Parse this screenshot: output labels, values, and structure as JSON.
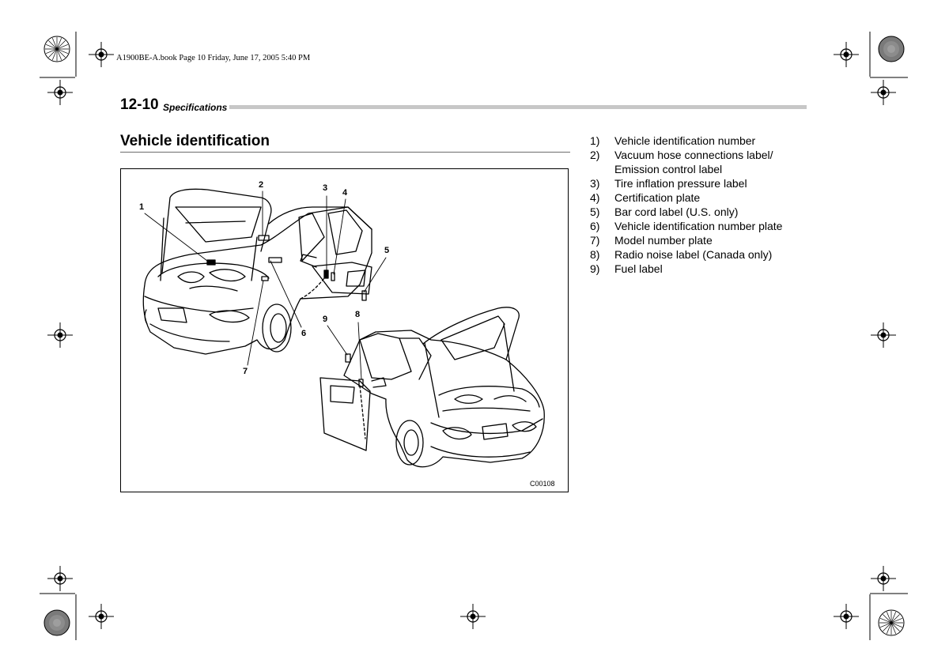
{
  "print_info": "A1900BE-A.book  Page 10  Friday, June 17, 2005  5:40 PM",
  "header": {
    "page_number": "12-10",
    "section": "Specifications"
  },
  "heading": "Vehicle identification",
  "figure": {
    "code": "C00108",
    "callouts": [
      "1",
      "2",
      "3",
      "4",
      "5",
      "6",
      "7",
      "8",
      "9"
    ]
  },
  "legend": [
    {
      "num": "1)",
      "text": "Vehicle identification number"
    },
    {
      "num": "2)",
      "text": "Vacuum hose connections label/ Emission control label"
    },
    {
      "num": "3)",
      "text": "Tire inflation pressure label"
    },
    {
      "num": "4)",
      "text": "Certification plate"
    },
    {
      "num": "5)",
      "text": "Bar cord label (U.S. only)"
    },
    {
      "num": "6)",
      "text": "Vehicle identification number plate"
    },
    {
      "num": "7)",
      "text": "Model number plate"
    },
    {
      "num": "8)",
      "text": "Radio noise label (Canada only)"
    },
    {
      "num": "9)",
      "text": "Fuel label"
    }
  ]
}
